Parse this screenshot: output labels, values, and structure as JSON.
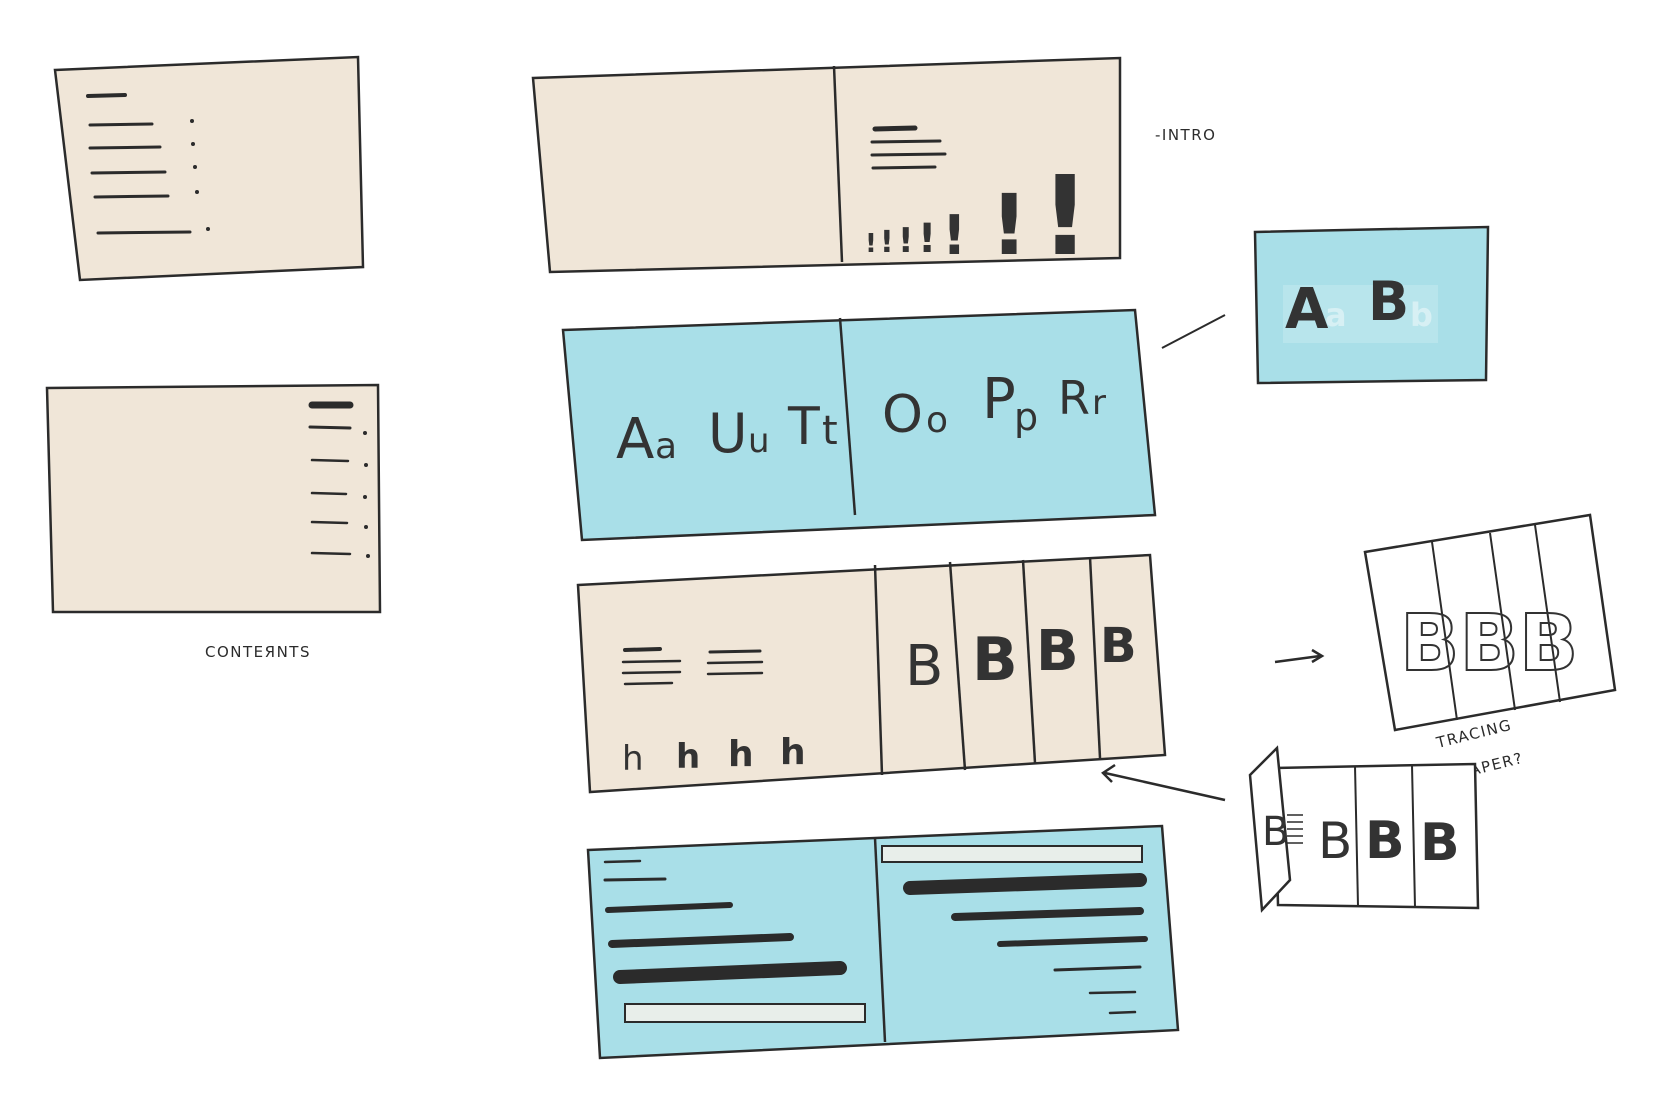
{
  "colors": {
    "paper": "#f0e6d8",
    "blue": "#a9dfe8",
    "ink": "#2b2b2b"
  },
  "labels": {
    "intro": "-INTRO",
    "contents": "CONTEЯNTS",
    "tracing_line1": "TRACING",
    "tracing_line2": "PAPER?"
  },
  "intro_page": {
    "marks": [
      "!",
      "!",
      "!",
      "!",
      "!",
      "!",
      "!"
    ]
  },
  "glyph_spread": {
    "left": [
      "A",
      "a",
      "U",
      "u",
      "T",
      "t"
    ],
    "right": [
      "O",
      "o",
      "P",
      "p",
      "R",
      "r"
    ]
  },
  "ab_card": {
    "letters": [
      "A",
      "a",
      "B",
      "b"
    ]
  },
  "weights_spread": {
    "h_marks": [
      "h",
      "h",
      "h",
      "h"
    ],
    "b_columns": [
      "B",
      "B",
      "B",
      "B"
    ]
  },
  "overlap_card": {
    "text": "BBB"
  },
  "folded_card": {
    "letters": [
      "B",
      "B",
      "B",
      "B"
    ]
  }
}
